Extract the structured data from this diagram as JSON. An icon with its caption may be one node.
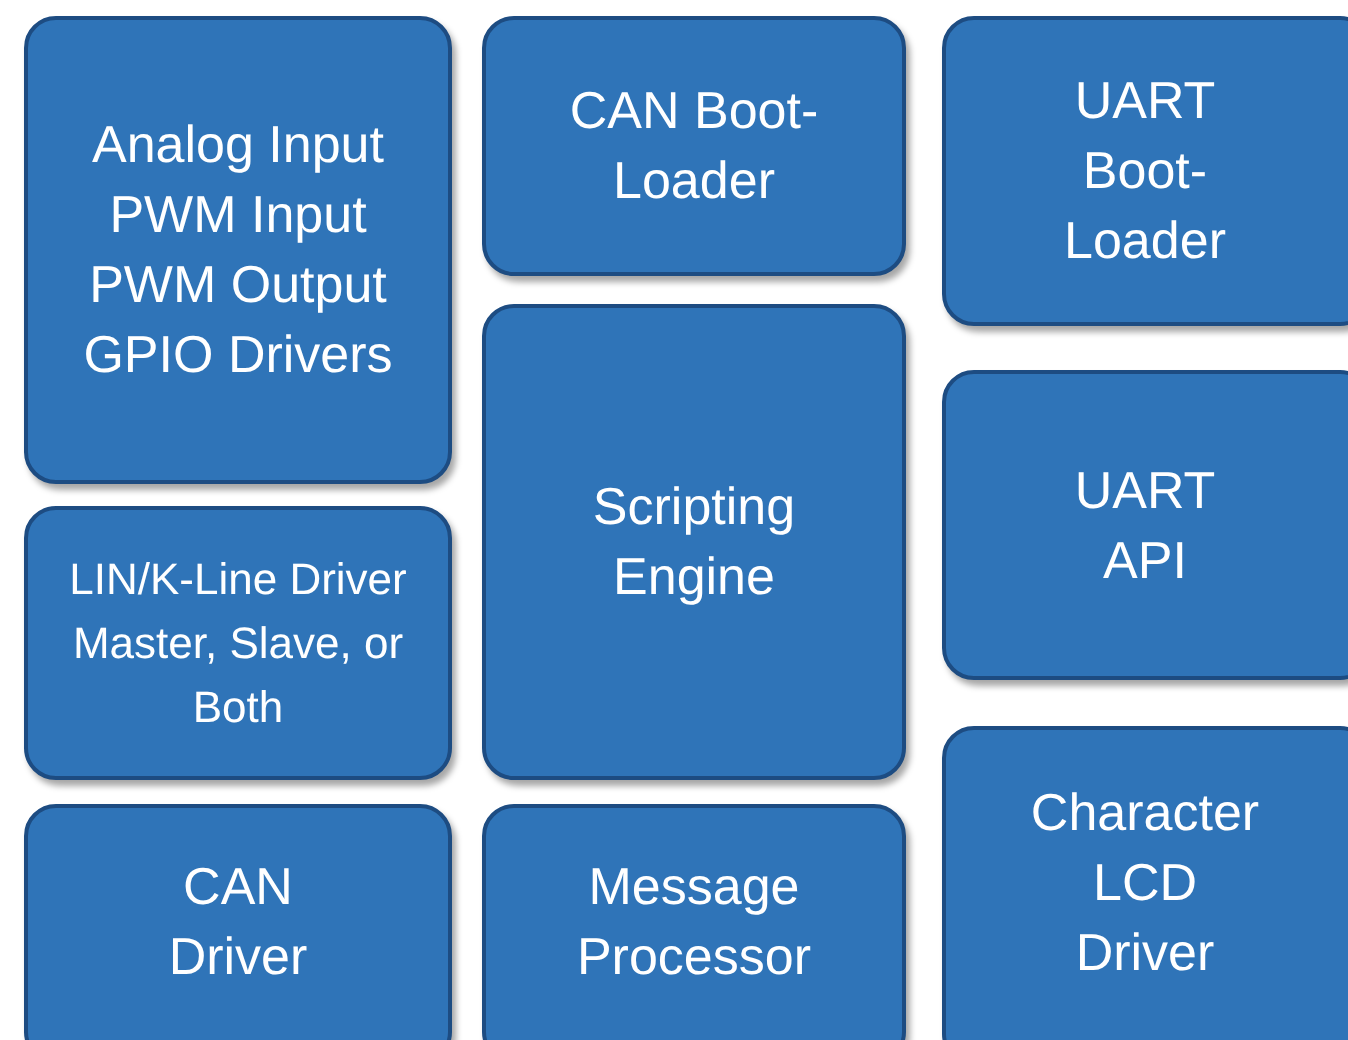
{
  "diagram": {
    "nodes": [
      {
        "text": [
          "Analog Input PWM Input PWM Output GPIO Drivers"
        ]
      },
      {
        "text": [
          "CAN Boot-Loader"
        ]
      },
      {
        "text": [
          "UART Boot-Loader"
        ]
      },
      {
        "text": [
          "Scripting Engine"
        ]
      },
      {
        "text": [
          "UART API"
        ]
      },
      {
        "text": [
          "LIN/K-Line Driver Master, Slave, or Both"
        ]
      },
      {
        "text": [
          "Character LCD Driver"
        ]
      },
      {
        "text": [
          "CAN Driver"
        ]
      },
      {
        "text": [
          "Message Processor"
        ]
      }
    ]
  }
}
